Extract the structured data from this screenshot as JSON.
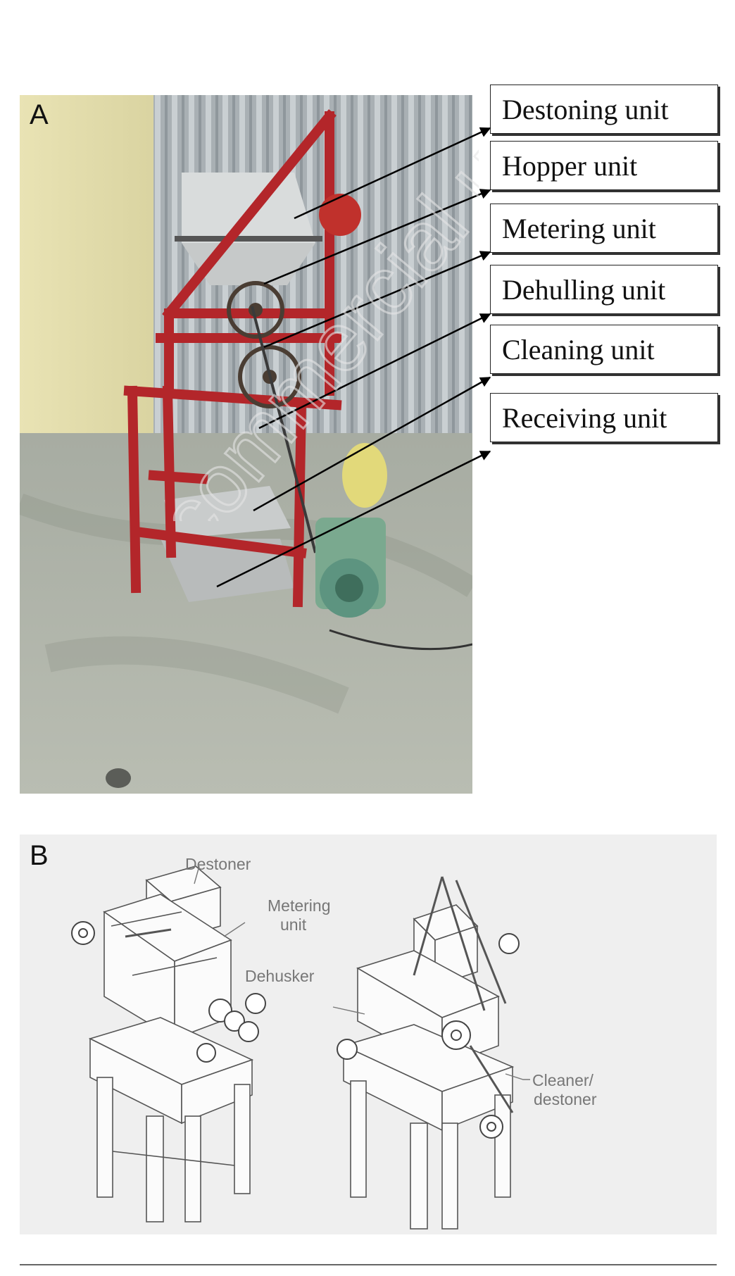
{
  "panel_a": {
    "letter": "A",
    "labels": [
      "Destoning unit",
      "Hopper unit",
      "Metering unit",
      "Dehulling unit",
      "Cleaning unit",
      "Receiving unit"
    ]
  },
  "panel_b": {
    "letter": "B",
    "labels": {
      "destoner": "Destoner",
      "metering_1": "Metering",
      "metering_2": "unit",
      "dehusker": "Dehusker",
      "cleaner_1": "Cleaner/",
      "cleaner_2": "destoner"
    }
  },
  "watermark": "commercial use only"
}
